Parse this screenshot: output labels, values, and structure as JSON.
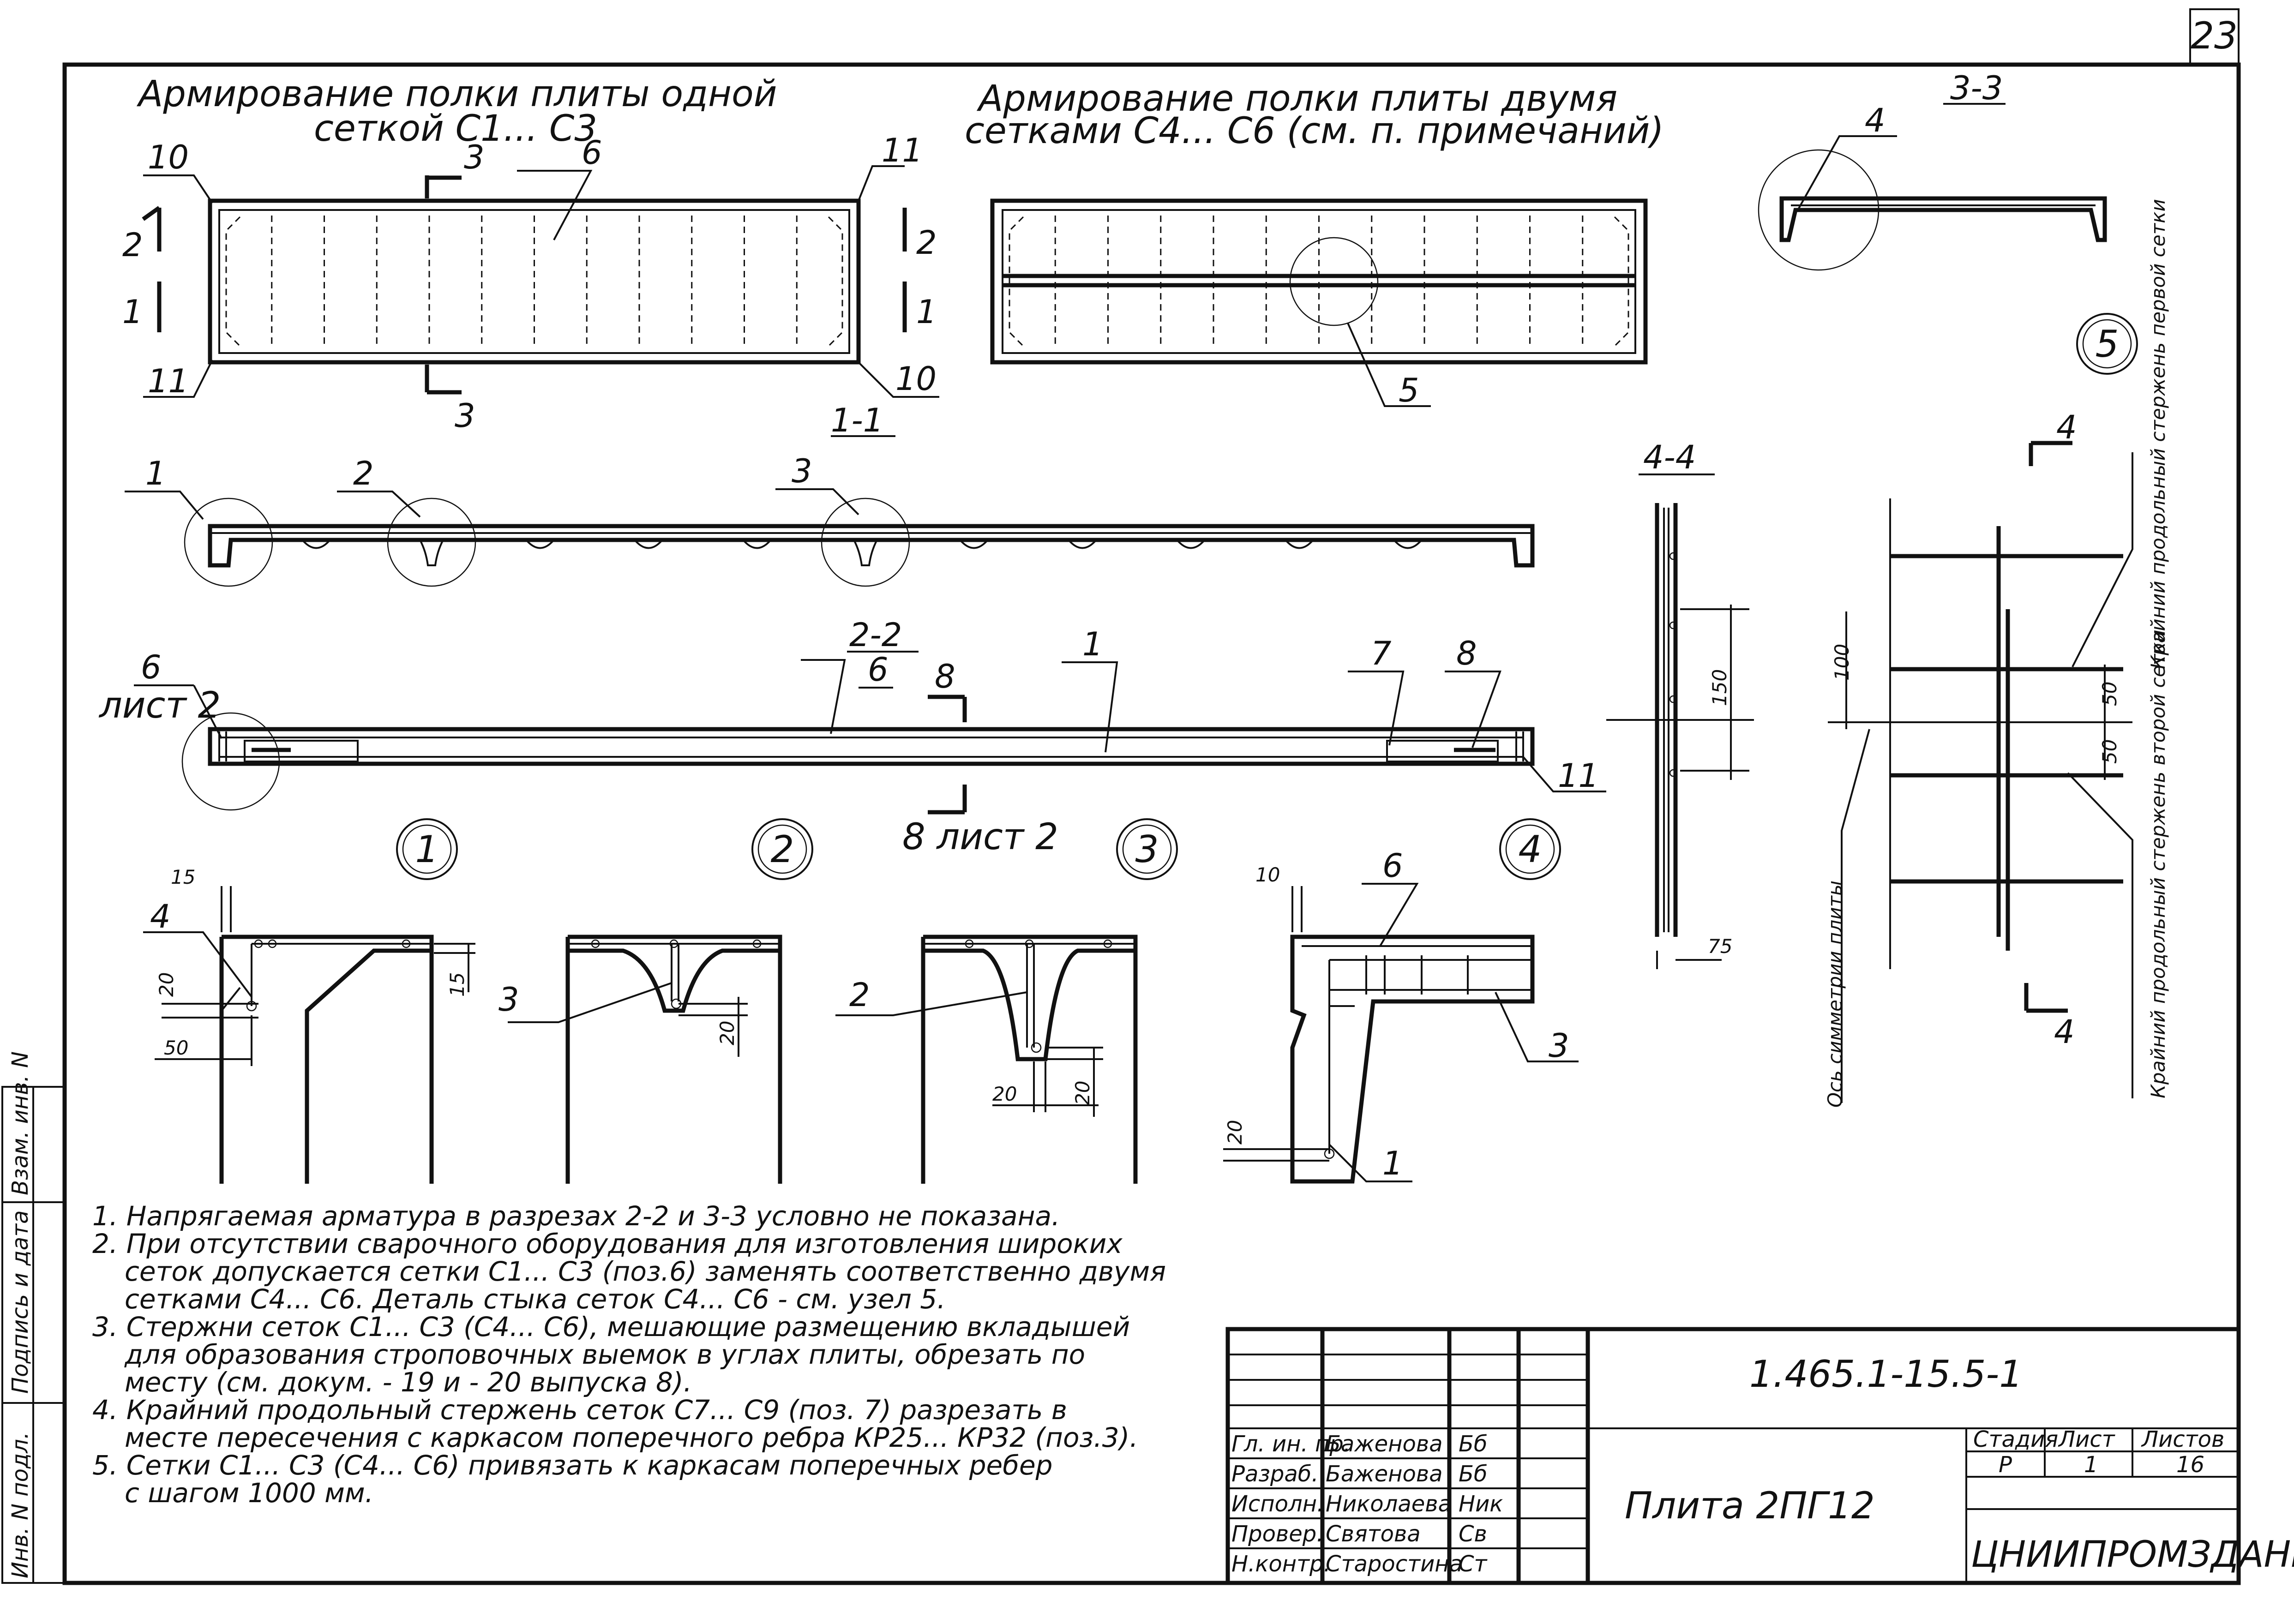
{
  "sheet": {
    "page_number": "23",
    "designation": "1.465.1-15.5-1",
    "product_name": "Плита 2ПГ12",
    "organization": "ЦНИИПРОМЗДАНИЙ",
    "stage_header": "Стадия",
    "sheet_header": "Лист",
    "sheets_header": "Листов",
    "stage": "Р",
    "sheet_no": "1",
    "sheets_total": "16"
  },
  "side_stamp": {
    "col1": "Инв. N подл.",
    "col2": "Подпись и дата",
    "col3": "Взам. инв. N"
  },
  "signatures": [
    {
      "role": "Гл. ин. пр.",
      "name": "Баженова",
      "sign": "Бб"
    },
    {
      "role": "Разраб.",
      "name": "Баженова",
      "sign": "Бб"
    },
    {
      "role": "Исполн.",
      "name": "Николаева",
      "sign": "Ник"
    },
    {
      "role": "Провер.",
      "name": "Святова",
      "sign": "Св"
    },
    {
      "role": "Н.контр.",
      "name": "Старостина",
      "sign": "Ст"
    }
  ],
  "views": {
    "single_mesh_title_1": "Армирование полки плиты одной",
    "single_mesh_title_2": "сеткой С1... С3",
    "double_mesh_title_1": "Армирование полки плиты двумя",
    "double_mesh_title_2": "сетками С4... С6 (см. п. примечаний)",
    "section_3_3": "3-3",
    "section_1_1": "1-1",
    "section_2_2": "2-2",
    "section_4_4": "4-4",
    "sheet2_ref": "лист 2",
    "sheet2_ref_8": "8 лист 2"
  },
  "callouts": {
    "n1": "1",
    "n2": "2",
    "n3": "3",
    "n4": "4",
    "n5": "5",
    "n6": "6",
    "n7": "7",
    "n8": "8",
    "n10": "10",
    "n11": "11"
  },
  "dims": {
    "d15": "15",
    "d20": "20",
    "d50": "50",
    "d10": "10",
    "d100": "100",
    "d150": "150",
    "d75": "75"
  },
  "details": {
    "d1": "1",
    "d2": "2",
    "d3": "3",
    "d4": "4",
    "d5": "5"
  },
  "detail5_labels": {
    "first_mesh": "Крайний продольный стержень первой сетки",
    "second_mesh": "Крайний продольный стержень второй сетки",
    "axis": "Ось симметрии плиты"
  },
  "notes": [
    "1. Напрягаемая арматура в разрезах 2-2 и 3-3 условно не показана.",
    "2. При отсутствии сварочного оборудования для изготовления широких",
    "сеток допускается сетки С1... С3 (поз.6) заменять соответственно двумя",
    "сетками С4... С6. Деталь стыка сеток С4... С6 - см. узел 5.",
    "3. Стержни сеток С1... С3 (С4... С6), мешающие размещению вкладышей",
    "для образования строповочных выемок в углах плиты, обрезать по",
    "месту (см. докум. - 19 и - 20 выпуска 8).",
    "4. Крайний продольный стержень сеток С7... С9 (поз. 7) разрезать в",
    "месте пересечения с каркасом поперечного ребра КР25... КР32 (поз.3).",
    "5. Сетки С1... С3 (С4... С6) привязать к каркасам поперечных ребер",
    "с шагом 1000 мм."
  ]
}
